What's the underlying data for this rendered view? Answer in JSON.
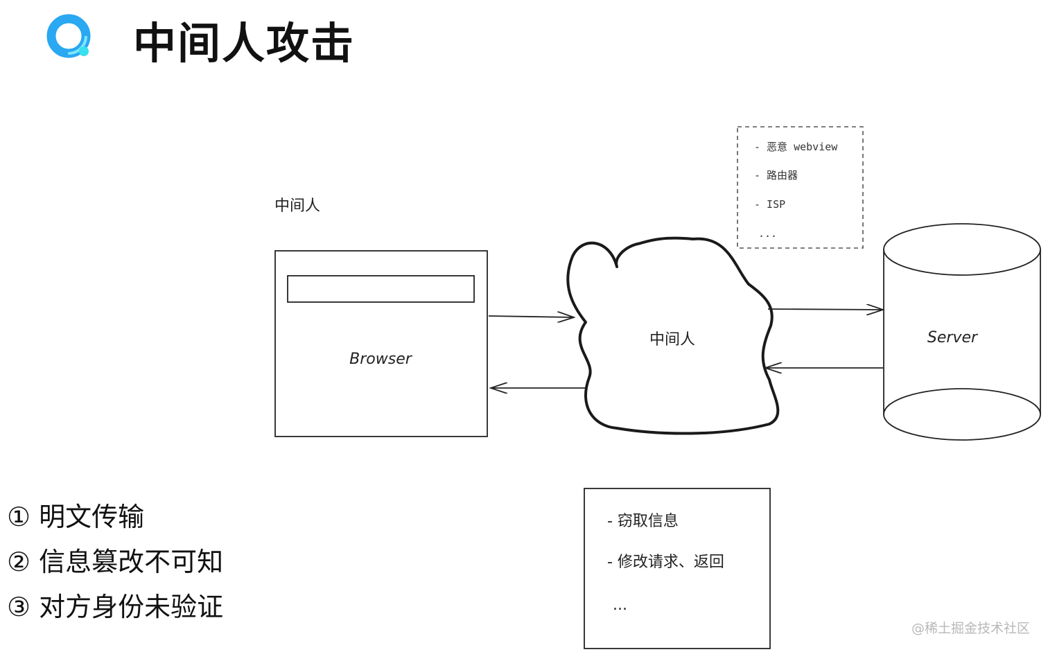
{
  "header": {
    "title": "中间人攻击",
    "logo_icon": "q-logo-icon"
  },
  "diagram": {
    "mitm_top_label": "中间人",
    "browser_label": "Browser",
    "cloud_label": "中间人",
    "server_label": "Server",
    "attackers_box": {
      "items": [
        "- 恶意 webview",
        "- 路由器",
        "- ISP",
        "..."
      ]
    },
    "actions_box": {
      "items": [
        "- 窃取信息",
        "- 修改请求、返回",
        "..."
      ]
    }
  },
  "reasons": [
    "① 明文传输",
    "② 信息篡改不可知",
    "③ 对方身份未验证"
  ],
  "watermark": "@稀土掘金技术社区",
  "colors": {
    "logo_blue": "#2aa8f2",
    "logo_cyan": "#38e0f0",
    "stroke": "#222222"
  }
}
